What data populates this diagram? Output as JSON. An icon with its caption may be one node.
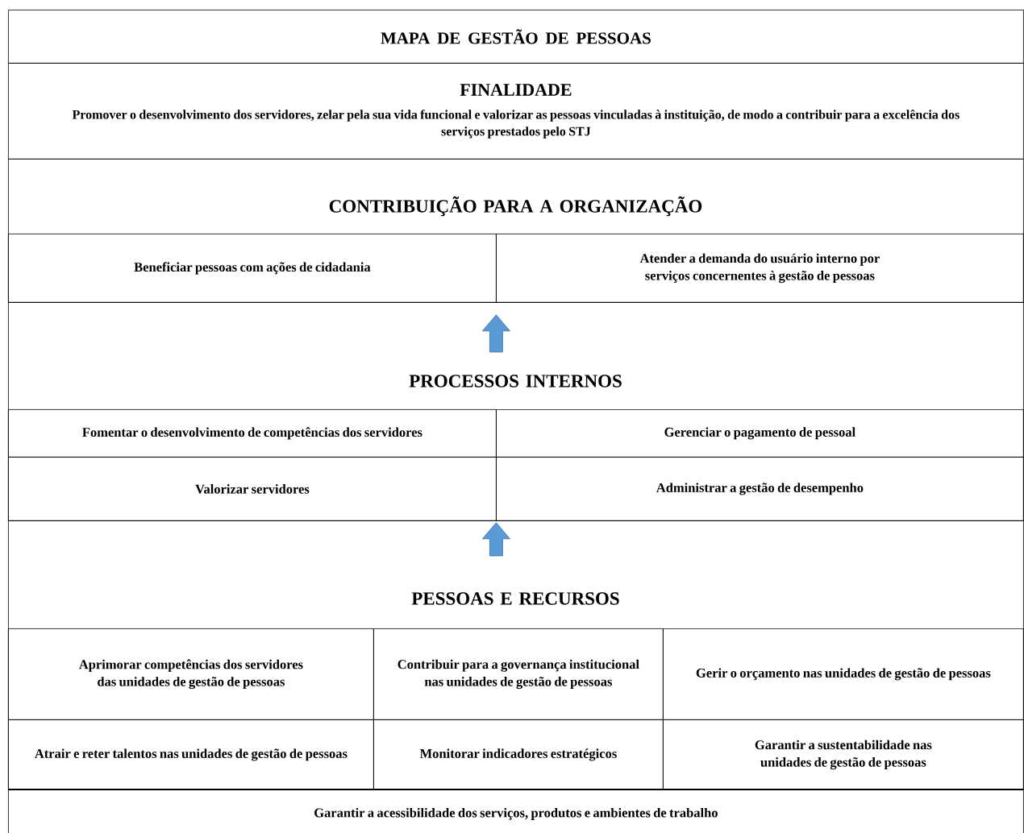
{
  "diagram": {
    "nodes": [
      {
        "text": [
          "MAPA DE GESTÃO DE PESSOAS"
        ]
      },
      {
        "text": [
          "FINALIDADE",
          "Promover o desenvolvimento dos servidores, zelar pela sua vida funcional e valorizar as pessoas vinculadas à instituição, de modo a contribuir para a excelência dos serviços prestados pelo STJ"
        ]
      },
      {
        "text": [
          "CONTRIBUIÇÃO PARA A ORGANIZAÇÃO"
        ]
      },
      {
        "text": [
          "Beneficiar pessoas com ações de cidadania"
        ],
        "in": 2
      },
      {
        "text": [
          "Atender a demanda do usuário interno por serviços concernentes à gestão de pessoas"
        ],
        "in": 2
      },
      {
        "text": [
          "PROCESSOS INTERNOS"
        ]
      },
      {
        "text": [
          "Fomentar o desenvolvimento de competências dos servidores"
        ],
        "in": 5
      },
      {
        "text": [
          "Gerenciar o pagamento de pessoal"
        ],
        "in": 5
      },
      {
        "text": [
          "Valorizar servidores"
        ],
        "in": 5
      },
      {
        "text": [
          "Administrar a gestão de desempenho"
        ],
        "in": 5
      },
      {
        "text": [
          "PESSOAS E RECURSOS"
        ]
      },
      {
        "text": [
          "Aprimorar competências dos servidores das unidades de gestão de pessoas"
        ],
        "in": 10
      },
      {
        "text": [
          "Contribuir para a governança institucional  nas unidades de gestão de pessoas"
        ],
        "in": 10
      },
      {
        "text": [
          "Gerir o orçamento nas unidades de gestão de pessoas"
        ],
        "in": 10
      },
      {
        "text": [
          "Atrair e reter talentos nas unidades de gestão de pessoas"
        ],
        "in": 10
      },
      {
        "text": [
          "Monitorar indicadores estratégicos"
        ],
        "in": 10
      },
      {
        "text": [
          "Garantir a sustentabilidade nas unidades de gestão de pessoas"
        ],
        "in": 10
      },
      {
        "text": [
          "Garantir a acessibilidade dos serviços, produtos e ambientes de trabalho"
        ]
      }
    ],
    "edges": [
      {
        "from": 5,
        "to": 2,
        "arrow": "to"
      },
      {
        "from": 10,
        "to": 5,
        "arrow": "to"
      }
    ]
  }
}
